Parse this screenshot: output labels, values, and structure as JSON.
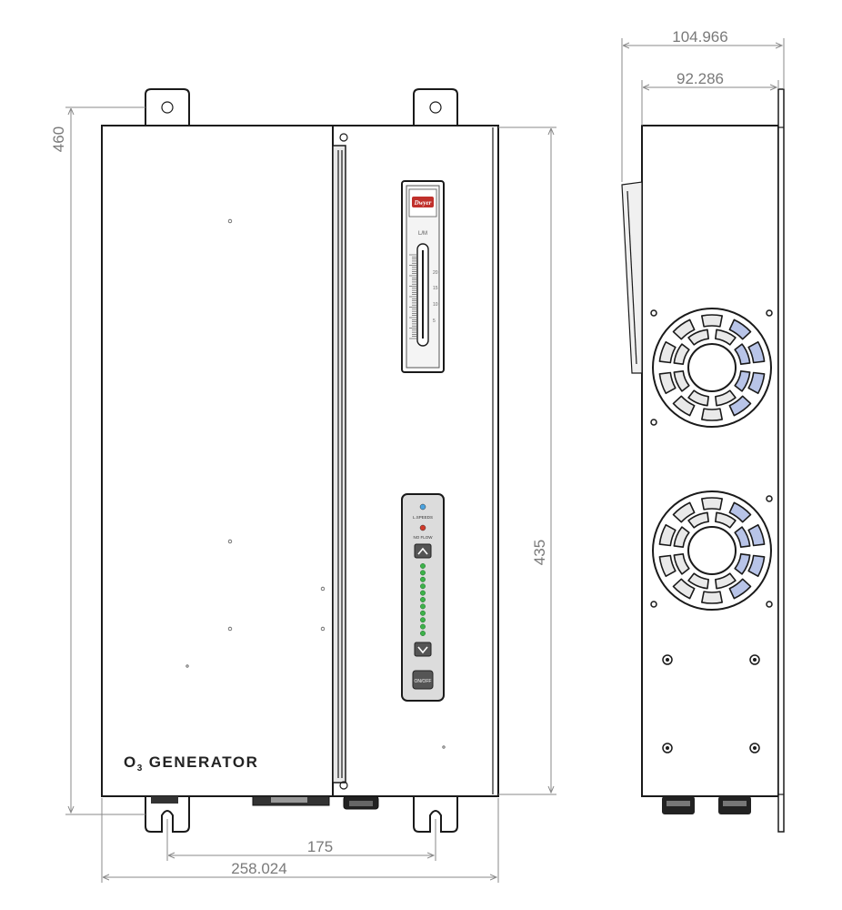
{
  "drawing": {
    "product_label": "GENERATOR",
    "product_label_prefix": "O",
    "product_label_sub": "3",
    "meter_brand": "Dwyer",
    "meter_unit": "L/M",
    "meter_scale": [
      "20",
      "15",
      "10",
      "5"
    ],
    "panel_indicators": [
      "L.SPEEDS",
      "NO FLOW"
    ],
    "panel_button": "ON/OFF",
    "panel_led_count": 11
  },
  "dimensions": {
    "overall_width": "258.024",
    "hole_spacing": "175",
    "overall_height": "460",
    "body_height": "435",
    "side_depth_outer": "104.966",
    "side_depth_body": "92.286"
  },
  "colors": {
    "outline": "#1a1a1a",
    "dimension": "#7a7a7a",
    "led_green": "#3db24a",
    "led_blue": "#4aa3e0",
    "led_red": "#d23a2a",
    "fan_blue": "#b8c4e8"
  }
}
